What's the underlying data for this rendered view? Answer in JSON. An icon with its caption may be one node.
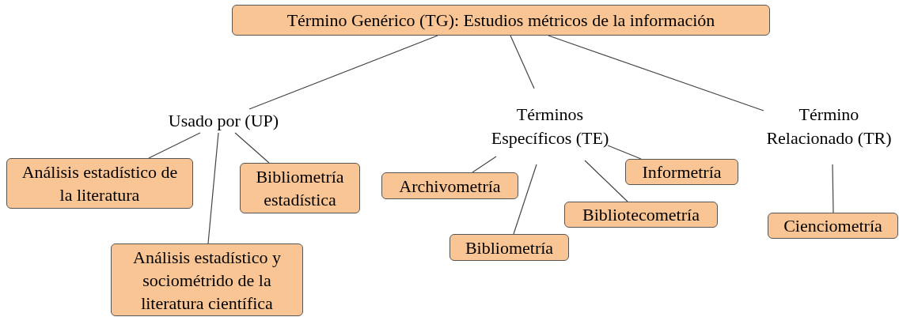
{
  "diagram": {
    "nodes": [
      {
        "text": [
          "Término Genérico (TG): Estudios métricos de la información"
        ]
      },
      {
        "text": [
          "Usado por (UP)"
        ]
      },
      {
        "text": [
          "Términos Específicos (TE)"
        ]
      },
      {
        "text": [
          "Término Relacionado (TR)"
        ]
      },
      {
        "text": [
          "Análisis estadístico de la literatura"
        ]
      },
      {
        "text": [
          "Bibliometría estadística"
        ]
      },
      {
        "text": [
          "Archivometría"
        ]
      },
      {
        "text": [
          "Informetría"
        ]
      },
      {
        "text": [
          "Análisis estadístico y sociométrido de la literatura científica"
        ]
      },
      {
        "text": [
          "Bibliotecometría"
        ]
      },
      {
        "text": [
          "Bibliometría"
        ]
      },
      {
        "text": [
          "Cienciometría"
        ]
      }
    ],
    "edges": [
      {
        "from": 0,
        "to": 1,
        "arrow": "none"
      },
      {
        "from": 0,
        "to": 2,
        "arrow": "none"
      },
      {
        "from": 0,
        "to": 3,
        "arrow": "none"
      },
      {
        "from": 1,
        "to": 4,
        "arrow": "none"
      },
      {
        "from": 1,
        "to": 8,
        "arrow": "none"
      },
      {
        "from": 1,
        "to": 5,
        "arrow": "none"
      },
      {
        "from": 2,
        "to": 6,
        "arrow": "none"
      },
      {
        "from": 2,
        "to": 10,
        "arrow": "none"
      },
      {
        "from": 2,
        "to": 9,
        "arrow": "none"
      },
      {
        "from": 2,
        "to": 7,
        "arrow": "none"
      },
      {
        "from": 3,
        "to": 11,
        "arrow": "none"
      }
    ]
  }
}
